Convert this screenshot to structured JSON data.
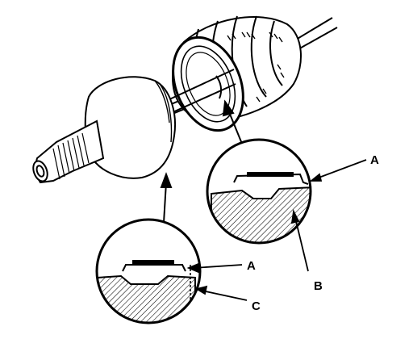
{
  "callouts": {
    "a_upper": "A",
    "a_lower": "A",
    "b": "B",
    "c": "C"
  },
  "colors": {
    "ink": "#000000",
    "paper": "#ffffff"
  }
}
